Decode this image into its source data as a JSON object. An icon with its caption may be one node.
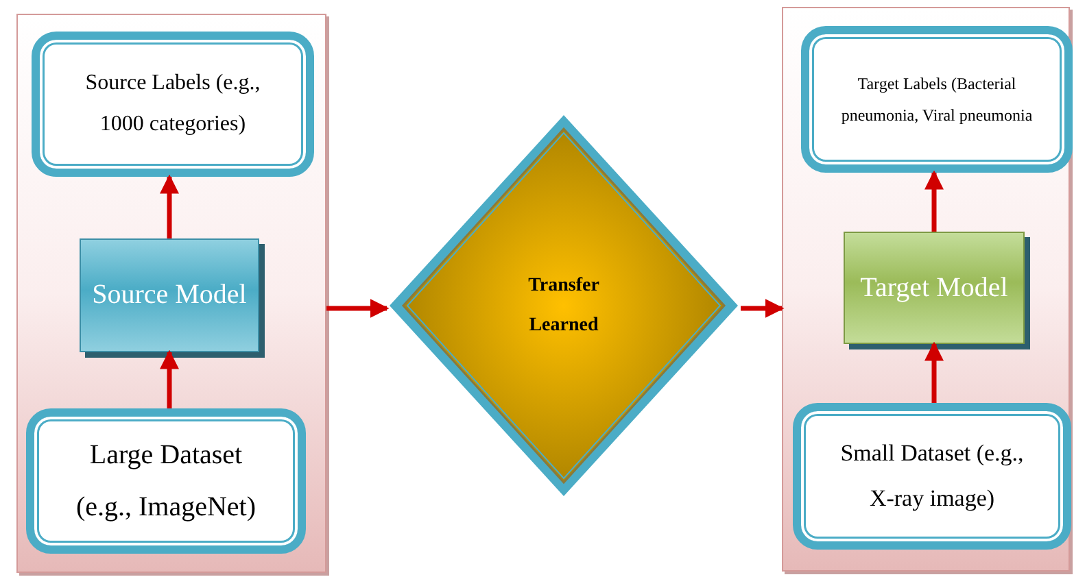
{
  "diagram": {
    "nodes": [
      {
        "text": [],
        "shape": "box"
      },
      {
        "text": [
          "Source Labels (e.g., 1000 categories)"
        ],
        "in": 0
      },
      {
        "text": [
          "Source Model"
        ],
        "in": 0
      },
      {
        "text": [
          "Large Dataset (e.g., ImageNet)"
        ],
        "in": 0
      },
      {
        "text": [
          "Transfer Learned"
        ]
      },
      {
        "text": [],
        "shape": "box"
      },
      {
        "text": [
          "Target Labels (Bacterial pneumonia, Viral pneumonia"
        ],
        "in": 5
      },
      {
        "text": [
          "Target Model"
        ],
        "in": 5
      },
      {
        "text": [
          "Small Dataset (e.g., X-ray image)"
        ],
        "in": 5
      }
    ],
    "edges": [
      {
        "from": 3,
        "to": 2,
        "arrow": "to"
      },
      {
        "from": 2,
        "to": 1,
        "arrow": "to"
      },
      {
        "from": 0,
        "to": 4,
        "arrow": "to"
      },
      {
        "from": 4,
        "to": 5,
        "arrow": "to"
      },
      {
        "from": 8,
        "to": 7,
        "arrow": "to"
      },
      {
        "from": 7,
        "to": 6,
        "arrow": "to"
      }
    ]
  }
}
